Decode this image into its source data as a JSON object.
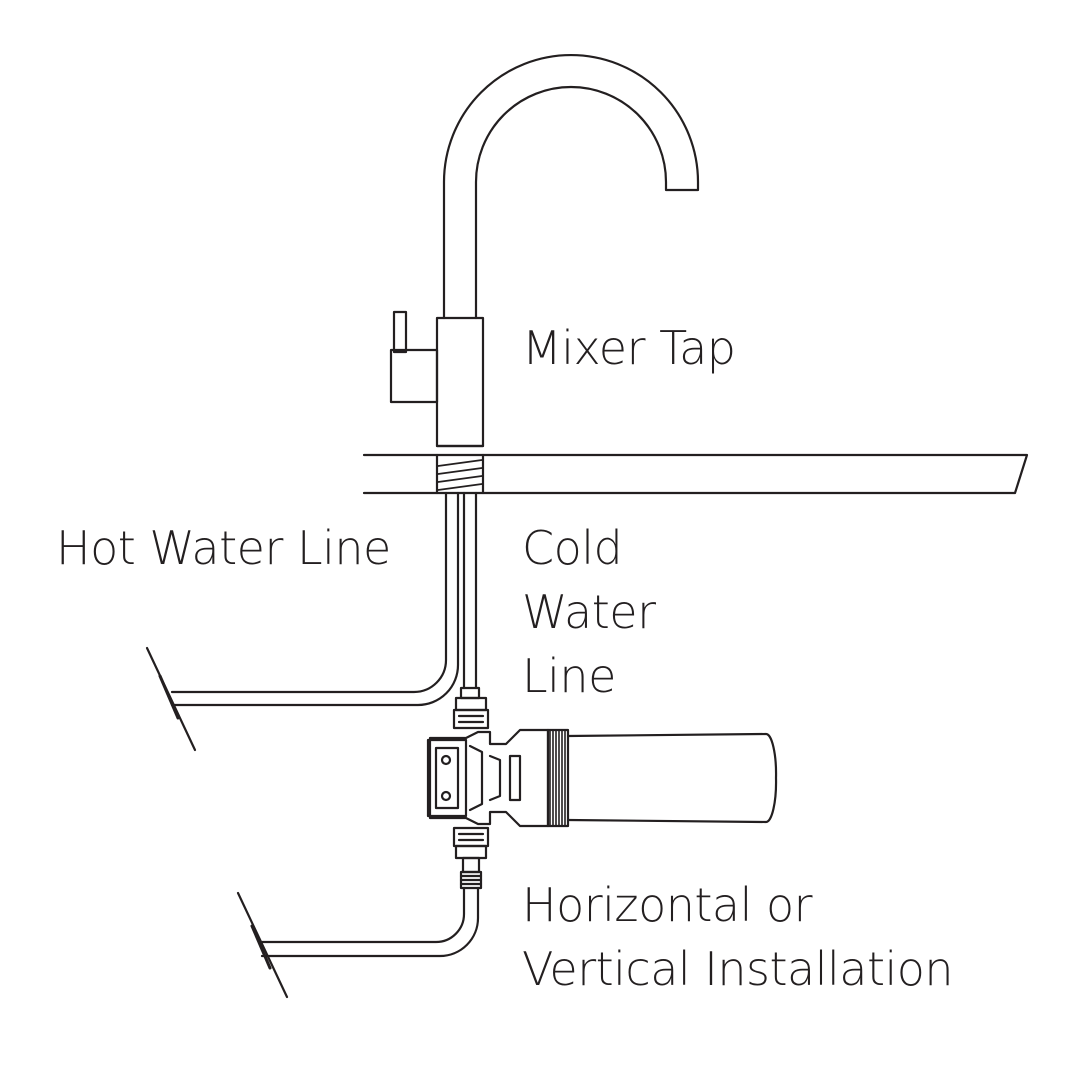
{
  "labels": {
    "mixer_tap": "Mixer Tap",
    "hot_water_line": "Hot Water Line",
    "cold_water_line": [
      "Cold",
      "Water",
      "Line"
    ],
    "installation": [
      "Horizontal or",
      "Vertical Installation"
    ]
  },
  "colors": {
    "line": "#231f20",
    "background": "#ffffff"
  }
}
